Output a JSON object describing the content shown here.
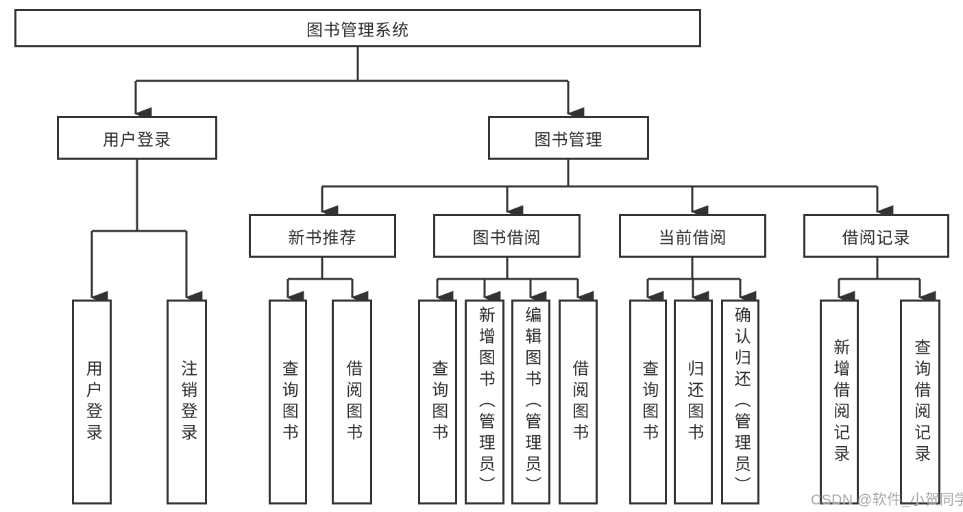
{
  "diagram": {
    "root": {
      "label": "图书管理系统"
    },
    "level2": [
      {
        "label": "用户登录"
      },
      {
        "label": "图书管理"
      }
    ],
    "level3": [
      {
        "label": "新书推荐"
      },
      {
        "label": "图书借阅"
      },
      {
        "label": "当前借阅"
      },
      {
        "label": "借阅记录"
      }
    ],
    "leaves": {
      "user_login": [
        "用户登录",
        "注销登录"
      ],
      "new_books": [
        "查询图书",
        "借阅图书"
      ],
      "book_borrow": [
        "查询图书",
        "新增图书（管理员）",
        "编辑图书（管理员）",
        "借阅图书"
      ],
      "current_borrow": [
        "查询图书",
        "归还图书",
        "确认归还（管理员）"
      ],
      "borrow_records": [
        "新增借阅记录",
        "查询借阅记录"
      ]
    }
  },
  "watermark": "CSDN @软件_小贺同学",
  "colors": {
    "line": "#333333",
    "box_background": "#ffffff",
    "text": "#2b2b2b",
    "watermark": "#a6a6a6"
  }
}
